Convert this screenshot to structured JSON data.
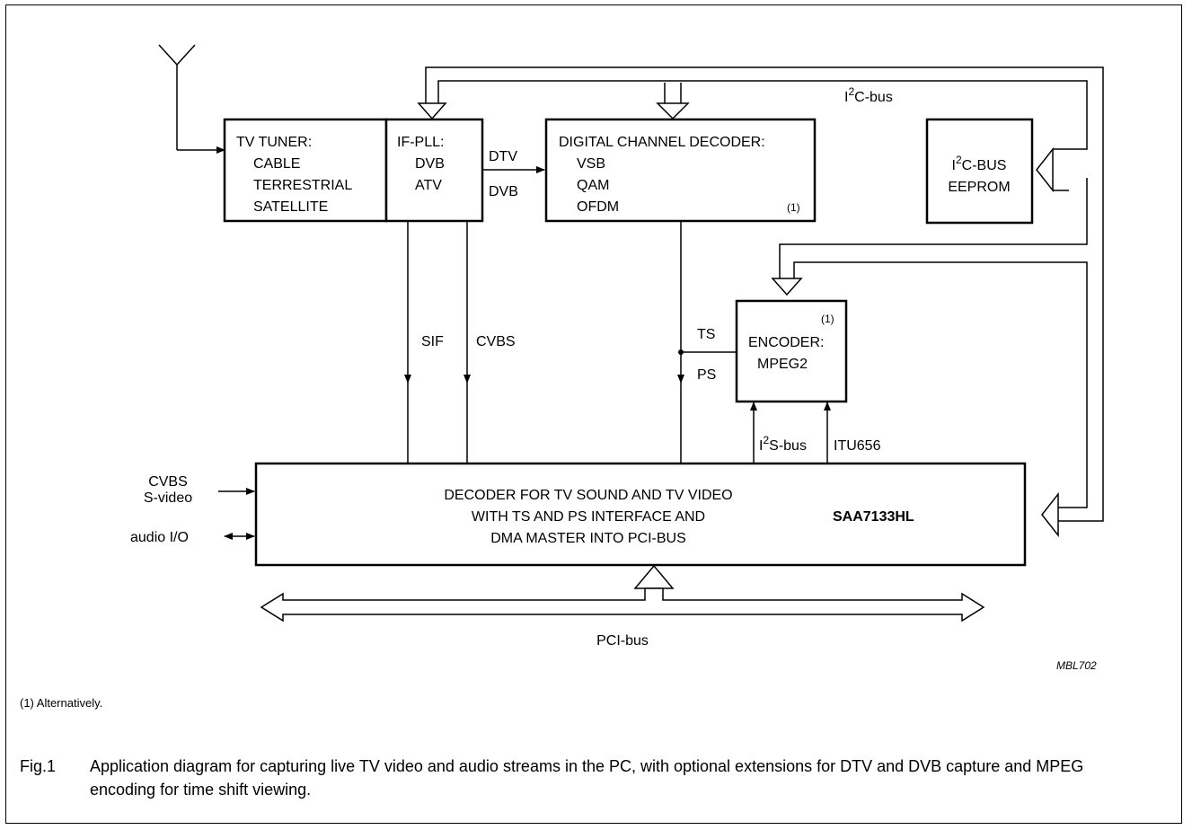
{
  "tuner": {
    "title": "TV TUNER:",
    "items": [
      "CABLE",
      "TERRESTRIAL",
      "SATELLITE"
    ]
  },
  "ifpll": {
    "title": "IF-PLL:",
    "items": [
      "DVB",
      "ATV"
    ]
  },
  "channel_decoder": {
    "title": "DIGITAL CHANNEL DECODER:",
    "items": [
      "VSB",
      "QAM",
      "OFDM"
    ],
    "note": "(1)"
  },
  "eeprom": {
    "line1_prefix": "I",
    "line1_sup": "2",
    "line1_suffix": "C-BUS",
    "line2": "EEPROM"
  },
  "encoder": {
    "title": "ENCODER:",
    "item": "MPEG2",
    "note": "(1)"
  },
  "main_decoder": {
    "lines": [
      "DECODER FOR TV SOUND AND TV VIDEO",
      "WITH TS AND PS INTERFACE AND",
      "DMA MASTER INTO PCI-BUS"
    ],
    "chip": "SAA7133HL"
  },
  "signals": {
    "dtv": "DTV",
    "dvb": "DVB",
    "sif": "SIF",
    "cvbs": "CVBS",
    "ts": "TS",
    "ps": "PS",
    "i2s_prefix": "I",
    "i2s_sup": "2",
    "i2s_suffix": "S-bus",
    "itu": "ITU656",
    "in_cvbs": "CVBS",
    "in_svideo": "S-video",
    "audio_io": "audio I/O",
    "i2c_prefix": "I",
    "i2c_sup": "2",
    "i2c_suffix": "C-bus",
    "pci": "PCI-bus"
  },
  "figure_id": "MBL702",
  "footnote": "(1)  Alternatively.",
  "caption": {
    "number": "Fig.1",
    "text": "Application diagram for capturing live TV video and audio streams in the PC, with optional extensions for DTV and DVB capture and MPEG encoding for time shift viewing."
  }
}
